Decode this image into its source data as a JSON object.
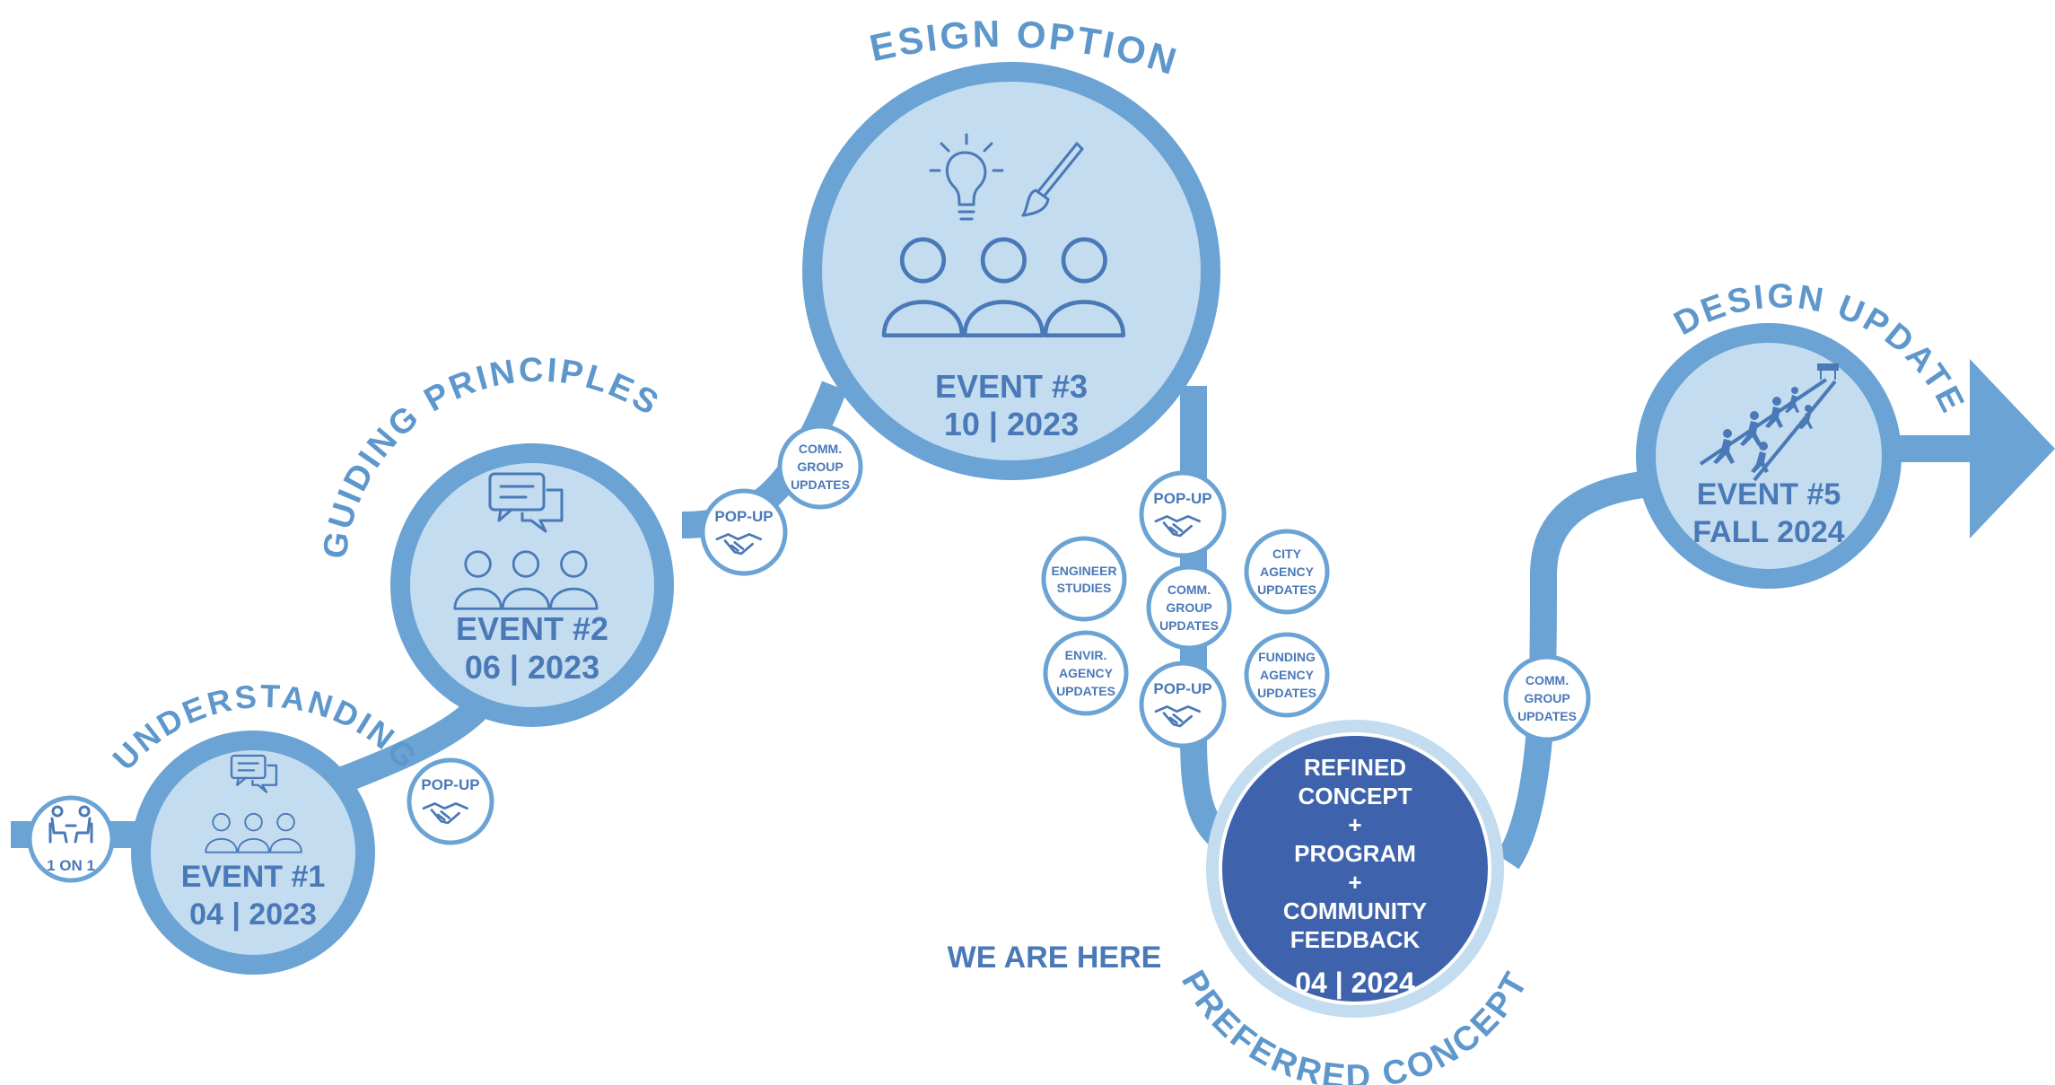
{
  "colors": {
    "path": "#6aa3d4",
    "circle_fill": "#c3dcef",
    "circle_ring": "#6aa3d4",
    "text_dark": "#4a79b8",
    "title": "#5e97cb",
    "current_fill": "#3e63ac",
    "white": "#ffffff"
  },
  "stages": {
    "understanding": {
      "title": "UNDERSTANDING",
      "event": "EVENT #1",
      "date": "04 | 2023"
    },
    "guiding": {
      "title": "GUIDING PRINCIPLES",
      "event": "EVENT #2",
      "date": "06 | 2023"
    },
    "design_options": {
      "title": "DESIGN OPTIONS",
      "event": "EVENT #3",
      "date": "10 | 2023"
    },
    "preferred": {
      "title": "PREFERRED CONCEPT",
      "line1": "REFINED",
      "line2": "CONCEPT",
      "plus1": "+",
      "line3": "PROGRAM",
      "plus2": "+",
      "line4": "COMMUNITY",
      "line5": "FEEDBACK",
      "date": "04 | 2024"
    },
    "design_update": {
      "title": "DESIGN UPDATE",
      "event": "EVENT #5",
      "date": "FALL 2024"
    }
  },
  "small": {
    "one_on_one": "1 ON 1",
    "popup": "POP-UP",
    "comm_1": "COMM.",
    "comm_2": "GROUP",
    "comm_3": "UPDATES",
    "engineer_1": "ENGINEER",
    "engineer_2": "STUDIES",
    "envir_1": "ENVIR.",
    "envir_2": "AGENCY",
    "envir_3": "UPDATES",
    "city_1": "CITY",
    "city_2": "AGENCY",
    "city_3": "UPDATES",
    "funding_1": "FUNDING",
    "funding_2": "AGENCY",
    "funding_3": "UPDATES"
  },
  "we_are_here": "WE ARE HERE"
}
